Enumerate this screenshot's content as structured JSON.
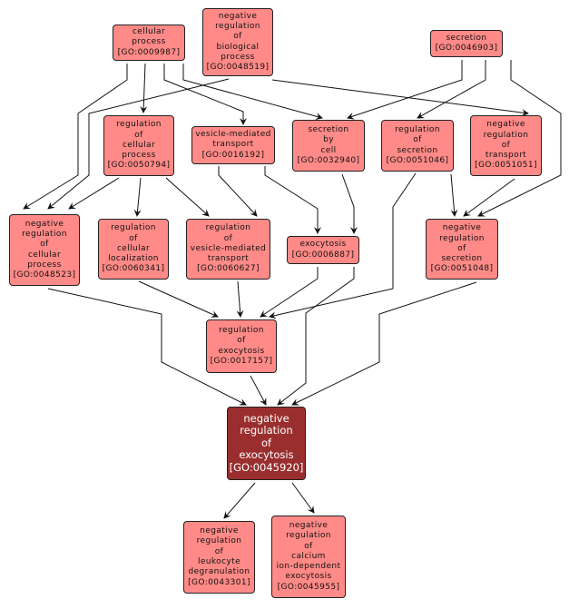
{
  "graph": {
    "focus_color": "#9a2e2e",
    "node_color": "#ff8a87",
    "nodes": [
      {
        "id": "n0009987",
        "lines": [
          "cellular",
          "process"
        ],
        "go": "[GO:0009987]"
      },
      {
        "id": "n0048519",
        "lines": [
          "negative",
          "regulation",
          "of",
          "biological",
          "process"
        ],
        "go": "[GO:0048519]"
      },
      {
        "id": "n0046903",
        "lines": [
          "secretion"
        ],
        "go": "[GO:0046903]"
      },
      {
        "id": "n0050794",
        "lines": [
          "regulation",
          "of",
          "cellular",
          "process"
        ],
        "go": "[GO:0050794]"
      },
      {
        "id": "n0016192",
        "lines": [
          "vesicle-mediated",
          "transport"
        ],
        "go": "[GO:0016192]"
      },
      {
        "id": "n0032940",
        "lines": [
          "secretion",
          "by",
          "cell"
        ],
        "go": "[GO:0032940]"
      },
      {
        "id": "n0051046",
        "lines": [
          "regulation",
          "of",
          "secretion"
        ],
        "go": "[GO:0051046]"
      },
      {
        "id": "n0051051",
        "lines": [
          "negative",
          "regulation",
          "of",
          "transport"
        ],
        "go": "[GO:0051051]"
      },
      {
        "id": "n0048523",
        "lines": [
          "negative",
          "regulation",
          "of",
          "cellular",
          "process"
        ],
        "go": "[GO:0048523]"
      },
      {
        "id": "n0060341",
        "lines": [
          "regulation",
          "of",
          "cellular",
          "localization"
        ],
        "go": "[GO:0060341]"
      },
      {
        "id": "n0060627",
        "lines": [
          "regulation",
          "of",
          "vesicle-mediated",
          "transport"
        ],
        "go": "[GO:0060627]"
      },
      {
        "id": "n0006887",
        "lines": [
          "exocytosis"
        ],
        "go": "[GO:0006887]"
      },
      {
        "id": "n0051048",
        "lines": [
          "negative",
          "regulation",
          "of",
          "secretion"
        ],
        "go": "[GO:0051048]"
      },
      {
        "id": "n0017157",
        "lines": [
          "regulation",
          "of",
          "exocytosis"
        ],
        "go": "[GO:0017157]"
      },
      {
        "id": "n0045920",
        "lines": [
          "negative",
          "regulation",
          "of",
          "exocytosis"
        ],
        "go": "[GO:0045920]",
        "focus": true
      },
      {
        "id": "n0043301",
        "lines": [
          "negative",
          "regulation",
          "of",
          "leukocyte",
          "degranulation"
        ],
        "go": "[GO:0043301]"
      },
      {
        "id": "n0045955",
        "lines": [
          "negative",
          "regulation",
          "of",
          "calcium",
          "ion-dependent",
          "exocytosis"
        ],
        "go": "[GO:0045955]"
      }
    ],
    "edges": [
      [
        "n0009987",
        "n0048523"
      ],
      [
        "n0009987",
        "n0050794"
      ],
      [
        "n0009987",
        "n0016192"
      ],
      [
        "n0009987",
        "n0032940"
      ],
      [
        "n0048519",
        "n0048523"
      ],
      [
        "n0048519",
        "n0051051"
      ],
      [
        "n0046903",
        "n0032940"
      ],
      [
        "n0046903",
        "n0051046"
      ],
      [
        "n0046903",
        "n0051048"
      ],
      [
        "n0050794",
        "n0048523"
      ],
      [
        "n0050794",
        "n0060341"
      ],
      [
        "n0050794",
        "n0060627"
      ],
      [
        "n0016192",
        "n0060627"
      ],
      [
        "n0016192",
        "n0006887"
      ],
      [
        "n0032940",
        "n0006887"
      ],
      [
        "n0051046",
        "n0051048"
      ],
      [
        "n0051046",
        "n0017157"
      ],
      [
        "n0051051",
        "n0051048"
      ],
      [
        "n0048523",
        "n0045920"
      ],
      [
        "n0060341",
        "n0017157"
      ],
      [
        "n0060627",
        "n0017157"
      ],
      [
        "n0006887",
        "n0017157"
      ],
      [
        "n0006887",
        "n0045920"
      ],
      [
        "n0051048",
        "n0045920"
      ],
      [
        "n0017157",
        "n0045920"
      ],
      [
        "n0045920",
        "n0043301"
      ],
      [
        "n0045920",
        "n0045955"
      ]
    ]
  }
}
